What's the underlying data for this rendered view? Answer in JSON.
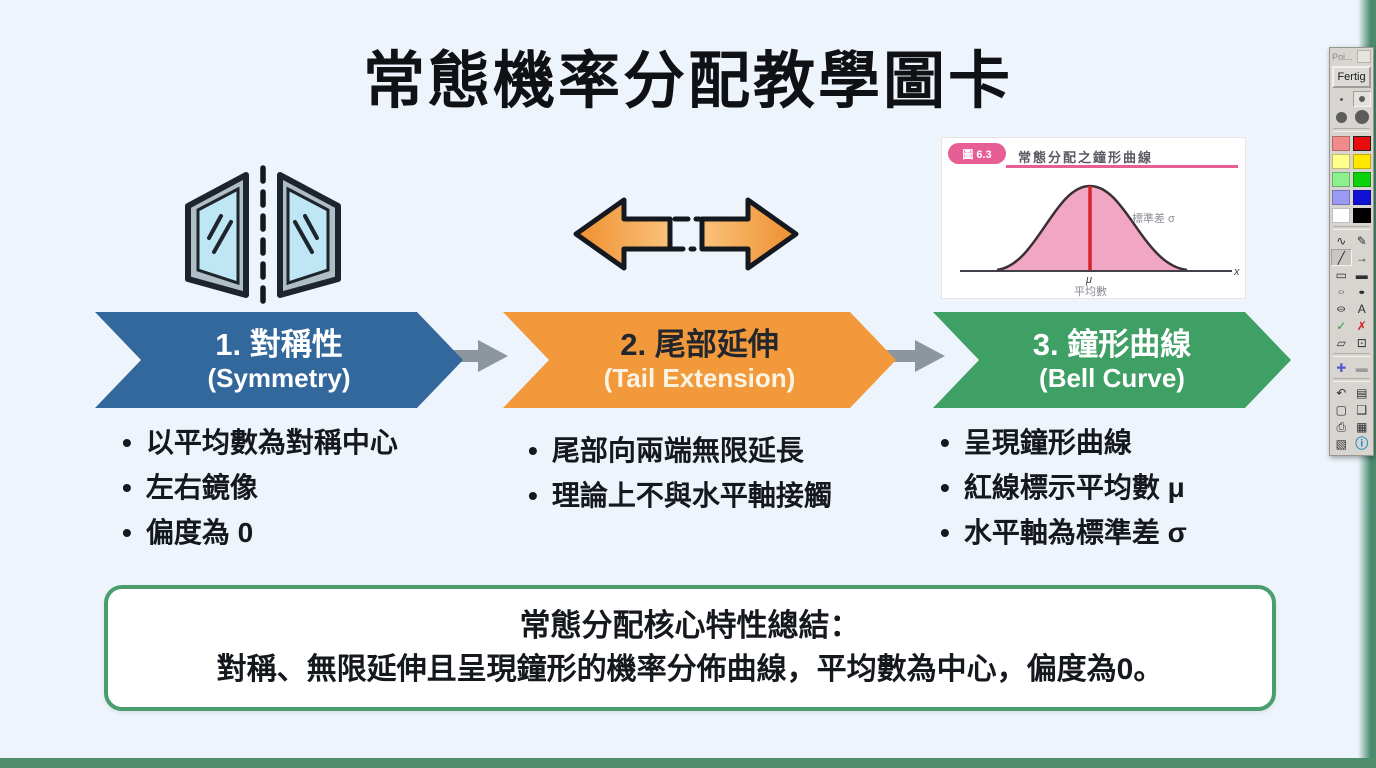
{
  "title": "常態機率分配教學圖卡",
  "figure": {
    "badge": "圖 6.3",
    "caption": "常態分配之鐘形曲線",
    "sigma_label": "標準差 σ",
    "mu_label": "μ",
    "mean_label": "平均數",
    "axis_label": "x",
    "curve_fill": "#f1a6c3",
    "mean_line_color": "#d8232e"
  },
  "steps": [
    {
      "heading": "1. 對稱性",
      "subheading": "(Symmetry)",
      "color": "#33689c",
      "bullets": [
        "以平均數為對稱中心",
        "左右鏡像",
        "偏度為 0"
      ]
    },
    {
      "heading": "2. 尾部延伸",
      "subheading": "(Tail Extension)",
      "color": "#f2993b",
      "bullets": [
        "尾部向兩端無限延長",
        "理論上不與水平軸接觸"
      ]
    },
    {
      "heading": "3. 鐘形曲線",
      "subheading": "(Bell Curve)",
      "color": "#3fa065",
      "bullets": [
        "呈現鐘形曲線",
        "紅線標示平均數 μ",
        "水平軸為標準差 σ"
      ]
    }
  ],
  "summary": {
    "line1": "常態分配核心特性總結：",
    "line2": "對稱、無限延伸且呈現鐘形的機率分佈曲線，平均數為中心，偏度為0。"
  },
  "toolbar": {
    "window_title": "Poi...",
    "done_label": "Fertig",
    "palette": [
      {
        "name": "red-light",
        "hex": "#ef8b8b"
      },
      {
        "name": "red",
        "hex": "#e80c0c"
      },
      {
        "name": "yellow-light",
        "hex": "#ffff8c"
      },
      {
        "name": "yellow",
        "hex": "#ffe800"
      },
      {
        "name": "green-light",
        "hex": "#8cf08c"
      },
      {
        "name": "green",
        "hex": "#0ed10e"
      },
      {
        "name": "blue-light",
        "hex": "#9a9af2"
      },
      {
        "name": "blue",
        "hex": "#1111d6"
      },
      {
        "name": "white",
        "hex": "#ffffff"
      },
      {
        "name": "black",
        "hex": "#000000"
      }
    ],
    "tools": [
      {
        "name": "freehand",
        "glyph": "∿"
      },
      {
        "name": "pen",
        "glyph": "✎"
      },
      {
        "name": "line",
        "glyph": "╱"
      },
      {
        "name": "arrow",
        "glyph": "→"
      },
      {
        "name": "rectangle",
        "glyph": "▭"
      },
      {
        "name": "rectangle-filled",
        "glyph": "▬"
      },
      {
        "name": "ellipse",
        "glyph": "○"
      },
      {
        "name": "ellipse-filled",
        "glyph": "●"
      },
      {
        "name": "highlight-ellipse",
        "glyph": "⊖"
      },
      {
        "name": "text",
        "glyph": "A"
      },
      {
        "name": "check",
        "glyph": "✓"
      },
      {
        "name": "cross",
        "glyph": "✗"
      },
      {
        "name": "area-select",
        "glyph": "▱"
      },
      {
        "name": "zoom",
        "glyph": "⊡"
      },
      {
        "name": "increase",
        "glyph": "✚"
      },
      {
        "name": "decrease",
        "glyph": "▬"
      },
      {
        "name": "undo",
        "glyph": "↶"
      },
      {
        "name": "trash",
        "glyph": "▤"
      },
      {
        "name": "new-page",
        "glyph": "▢"
      },
      {
        "name": "copy-page",
        "glyph": "❑"
      },
      {
        "name": "print",
        "glyph": "⎙"
      },
      {
        "name": "save",
        "glyph": "▦"
      },
      {
        "name": "screenshot",
        "glyph": "▧"
      },
      {
        "name": "info",
        "glyph": "ⓘ"
      }
    ]
  }
}
